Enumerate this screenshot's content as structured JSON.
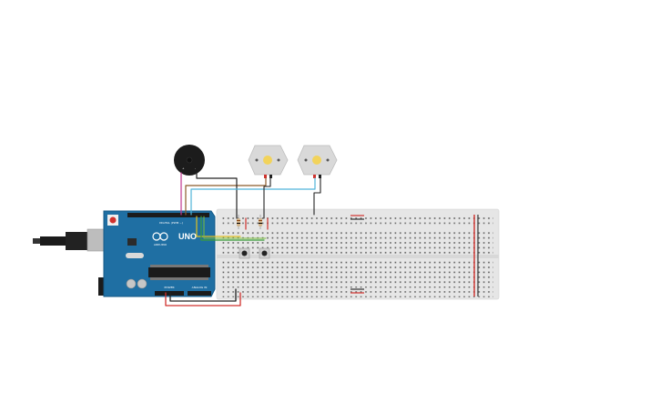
{
  "colors": {
    "background": "#ffffff",
    "arduino_board": "#1f6fa3",
    "arduino_edge": "#165a86",
    "header_black": "#1b1b1b",
    "breadboard": "#e6e6e6",
    "breadboard_hole": "#555555",
    "rail_red": "#d0312d",
    "rail_dark": "#333333",
    "wire_red": "#d0312d",
    "wire_black": "#222222",
    "wire_brown": "#8b5a2b",
    "wire_cyan": "#4fb3d9",
    "wire_magenta": "#c2378f",
    "wire_green": "#3a9d3a",
    "wire_yellow": "#e0c020",
    "motor_body": "#d9d9d9",
    "motor_center": "#f2d35b",
    "buzzer_body": "#1c1c1c"
  },
  "arduino": {
    "logo_text": "UNO",
    "brand_text": "ARDUINO",
    "digital_label": "DIGITAL (PWM ~)",
    "power_label": "POWER",
    "analog_label": "ANALOG IN",
    "icon": "arduino-infinity-icon"
  },
  "buzzer": {
    "plus_label": "+",
    "minus_label": "-",
    "icon": "piezo-buzzer-icon"
  },
  "motors": [
    {
      "icon": "dc-motor-icon"
    },
    {
      "icon": "dc-motor-icon"
    }
  ],
  "breadboard": {
    "icon": "breadboard-icon"
  }
}
